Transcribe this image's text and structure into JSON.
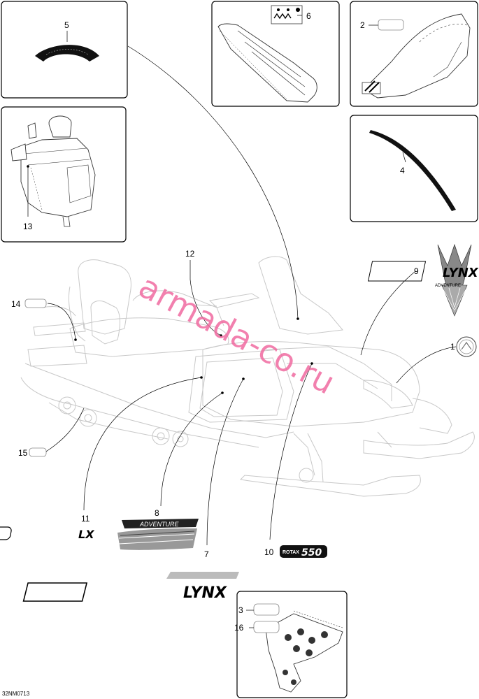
{
  "callouts": {
    "c1": "1",
    "c2": "2",
    "c3": "3",
    "c4": "4",
    "c5": "5",
    "c6": "6",
    "c7": "7",
    "c8": "8",
    "c9": "9",
    "c10": "10",
    "c11": "11",
    "c12": "12",
    "c13": "13",
    "c14": "14",
    "c15": "15",
    "c16": "16"
  },
  "decals": {
    "lynx_logo": "LYNX",
    "adventure": "ADVENTURE",
    "lx": "LX",
    "rotax_word": "ROTAX",
    "rotax_model": "550"
  },
  "diagram_code": "32NM0713",
  "watermark": "armada-co.ru",
  "colors": {
    "watermark": "#f06aa0",
    "line": "#000000",
    "ghost": "#c8c8c8"
  }
}
